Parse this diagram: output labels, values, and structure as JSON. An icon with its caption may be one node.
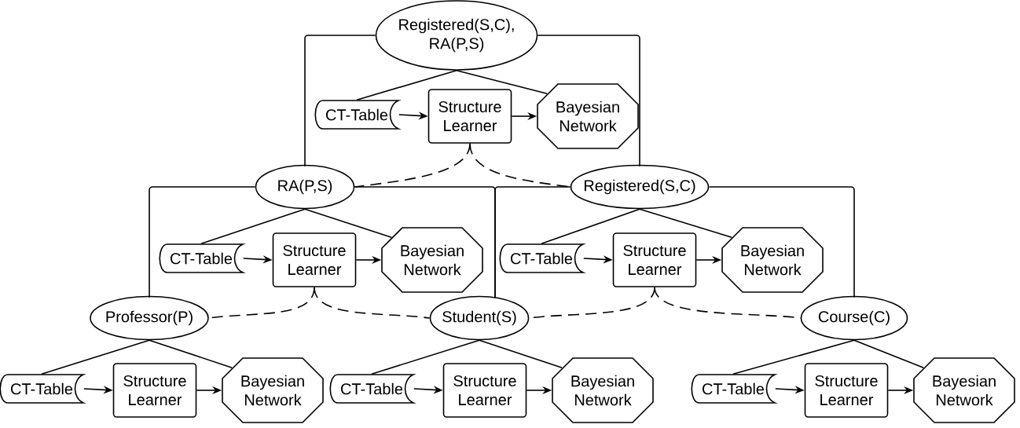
{
  "diagram": {
    "nodes": [
      {
        "text": [
          "Registered(S,C), RA(P,S)"
        ]
      },
      {
        "text": [
          "CT-Table"
        ]
      },
      {
        "text": [
          "Structure Learner"
        ]
      },
      {
        "text": [
          "Bayesian Network"
        ]
      },
      {
        "text": [
          "RA(P,S)"
        ]
      },
      {
        "text": [
          "Registered(S,C)"
        ]
      },
      {
        "text": [
          "CT-Table"
        ]
      },
      {
        "text": [
          "Structure Learner"
        ]
      },
      {
        "text": [
          "Bayesian Network"
        ]
      },
      {
        "text": [
          "CT-Table"
        ]
      },
      {
        "text": [
          "Structure Learner"
        ]
      },
      {
        "text": [
          "Bayesian Network"
        ]
      },
      {
        "text": [
          "Professor(P)"
        ]
      },
      {
        "text": [
          "Student(S)"
        ]
      },
      {
        "text": [
          "Course(C)"
        ]
      },
      {
        "text": [
          "CT-Table"
        ]
      },
      {
        "text": [
          "Structure Learner"
        ]
      },
      {
        "text": [
          "Bayesian Network"
        ]
      },
      {
        "text": [
          "CT-Table"
        ]
      },
      {
        "text": [
          "Structure Learner"
        ]
      },
      {
        "text": [
          "Bayesian Network"
        ]
      },
      {
        "text": [
          "CT-Table"
        ]
      },
      {
        "text": [
          "Structure Learner"
        ]
      },
      {
        "text": [
          "Bayesian Network"
        ]
      }
    ],
    "edges": [
      {
        "from": 0,
        "to": 1,
        "arrow": "none"
      },
      {
        "from": 0,
        "to": 3,
        "arrow": "none"
      },
      {
        "from": 1,
        "to": 2,
        "arrow": "to"
      },
      {
        "from": 2,
        "to": 3,
        "arrow": "to"
      },
      {
        "from": 4,
        "to": 6,
        "arrow": "none"
      },
      {
        "from": 4,
        "to": 8,
        "arrow": "none"
      },
      {
        "from": 6,
        "to": 7,
        "arrow": "to"
      },
      {
        "from": 7,
        "to": 8,
        "arrow": "to"
      },
      {
        "from": 5,
        "to": 9,
        "arrow": "none"
      },
      {
        "from": 5,
        "to": 11,
        "arrow": "none"
      },
      {
        "from": 9,
        "to": 10,
        "arrow": "to"
      },
      {
        "from": 10,
        "to": 11,
        "arrow": "to"
      },
      {
        "from": 12,
        "to": 15,
        "arrow": "none"
      },
      {
        "from": 12,
        "to": 17,
        "arrow": "none"
      },
      {
        "from": 15,
        "to": 16,
        "arrow": "to"
      },
      {
        "from": 16,
        "to": 17,
        "arrow": "to"
      },
      {
        "from": 13,
        "to": 18,
        "arrow": "none"
      },
      {
        "from": 13,
        "to": 20,
        "arrow": "none"
      },
      {
        "from": 18,
        "to": 19,
        "arrow": "to"
      },
      {
        "from": 19,
        "to": 20,
        "arrow": "to"
      },
      {
        "from": 14,
        "to": 21,
        "arrow": "none"
      },
      {
        "from": 14,
        "to": 23,
        "arrow": "none"
      },
      {
        "from": 21,
        "to": 22,
        "arrow": "to"
      },
      {
        "from": 22,
        "to": 23,
        "arrow": "to"
      },
      {
        "from": 0,
        "to": 4,
        "arrow": "none"
      },
      {
        "from": 0,
        "to": 5,
        "arrow": "none"
      },
      {
        "from": 4,
        "to": 12,
        "arrow": "none"
      },
      {
        "from": 4,
        "to": 13,
        "arrow": "none"
      },
      {
        "from": 5,
        "to": 13,
        "arrow": "none"
      },
      {
        "from": 5,
        "to": 14,
        "arrow": "none"
      },
      {
        "from": 2,
        "to": 4,
        "arrow": "none",
        "style": "dashed"
      },
      {
        "from": 2,
        "to": 5,
        "arrow": "none",
        "style": "dashed"
      },
      {
        "from": 7,
        "to": 12,
        "arrow": "none",
        "style": "dashed"
      },
      {
        "from": 7,
        "to": 13,
        "arrow": "none",
        "style": "dashed"
      },
      {
        "from": 10,
        "to": 13,
        "arrow": "none",
        "style": "dashed"
      },
      {
        "from": 10,
        "to": 14,
        "arrow": "none",
        "style": "dashed"
      }
    ]
  }
}
